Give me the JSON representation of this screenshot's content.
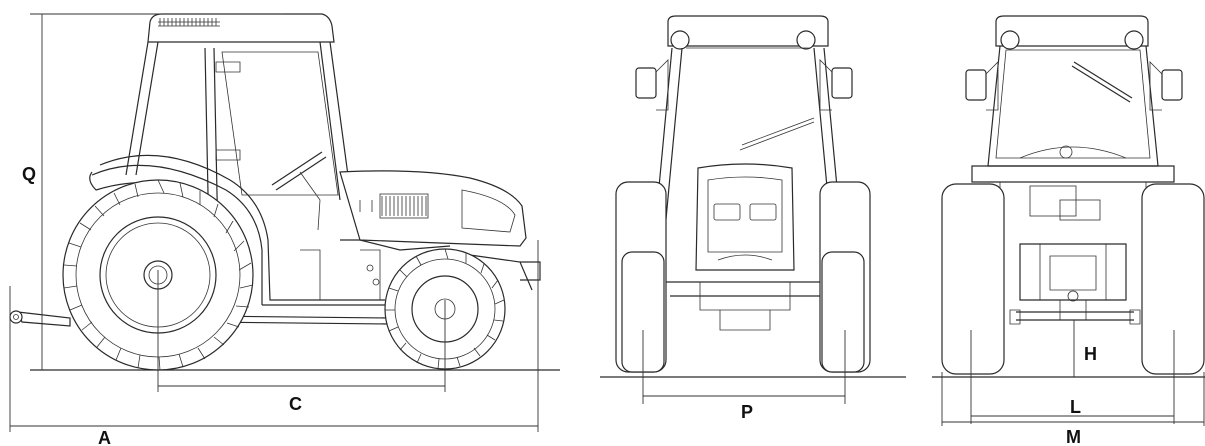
{
  "dimension_labels": {
    "A": "A",
    "C": "C",
    "Q": "Q",
    "P": "P",
    "H": "H",
    "L": "L",
    "M": "M"
  }
}
